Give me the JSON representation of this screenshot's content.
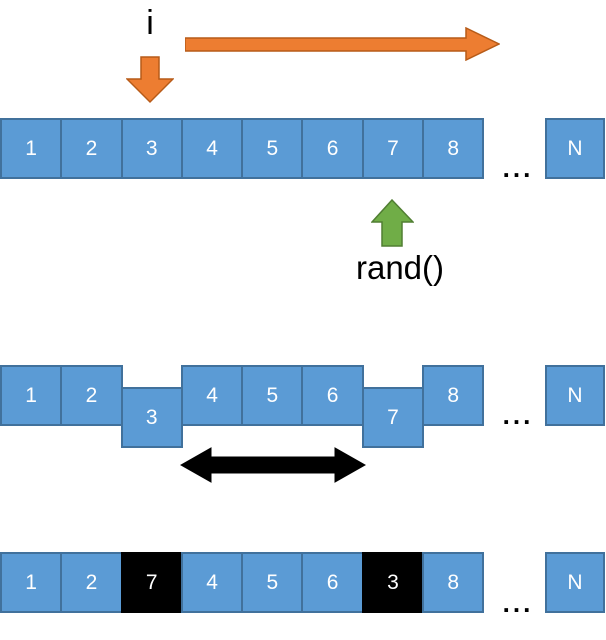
{
  "labels": {
    "iterator": "i",
    "random_fn": "rand()",
    "ellipsis": "...",
    "last_cell": "N"
  },
  "array_rows": [
    {
      "id": "initial",
      "cells": [
        "1",
        "2",
        "3",
        "4",
        "5",
        "6",
        "7",
        "8"
      ],
      "offset_cells": [],
      "black_cells": []
    },
    {
      "id": "selected",
      "cells": [
        "1",
        "2",
        "3",
        "4",
        "5",
        "6",
        "7",
        "8"
      ],
      "offset_cells": [
        2,
        6
      ],
      "black_cells": []
    },
    {
      "id": "swapped",
      "cells": [
        "1",
        "2",
        "7",
        "4",
        "5",
        "6",
        "3",
        "8"
      ],
      "offset_cells": [],
      "black_cells": [
        2,
        6
      ]
    }
  ],
  "colors": {
    "cell_fill": "#5B9BD5",
    "cell_border": "#41719C",
    "cell_text": "#FFFFFF",
    "swapped_cell_fill": "#000000",
    "iterator_arrow_fill": "#ED7D31",
    "iterator_arrow_border": "#B75B18",
    "rand_arrow_fill": "#70AD47",
    "rand_arrow_border": "#507E32",
    "swap_arrow_fill": "#000000",
    "text_color": "#000000"
  }
}
